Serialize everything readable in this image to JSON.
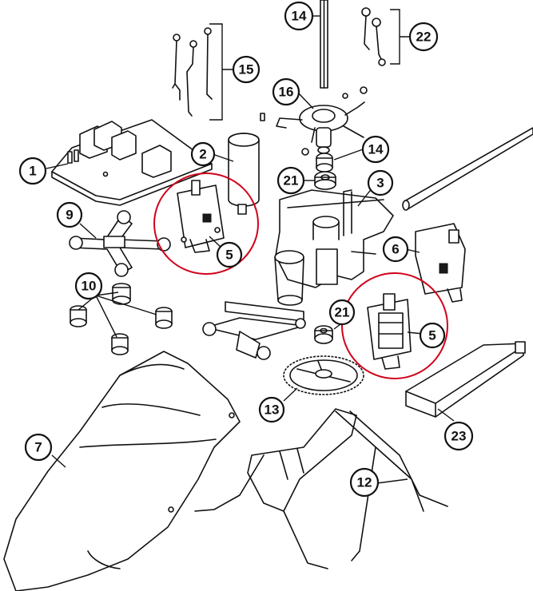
{
  "callouts": {
    "c1": "1",
    "c2": "2",
    "c3": "3",
    "c5a": "5",
    "c5b": "5",
    "c6": "6",
    "c7": "7",
    "c9": "9",
    "c10": "10",
    "c12": "12",
    "c13": "13",
    "c14a": "14",
    "c14b": "14",
    "c15": "15",
    "c16": "16",
    "c21a": "21",
    "c21b": "21",
    "c22": "22",
    "c23": "23"
  },
  "colors": {
    "line": "#111111",
    "highlight": "#d0021b",
    "background": "#ffffff"
  }
}
